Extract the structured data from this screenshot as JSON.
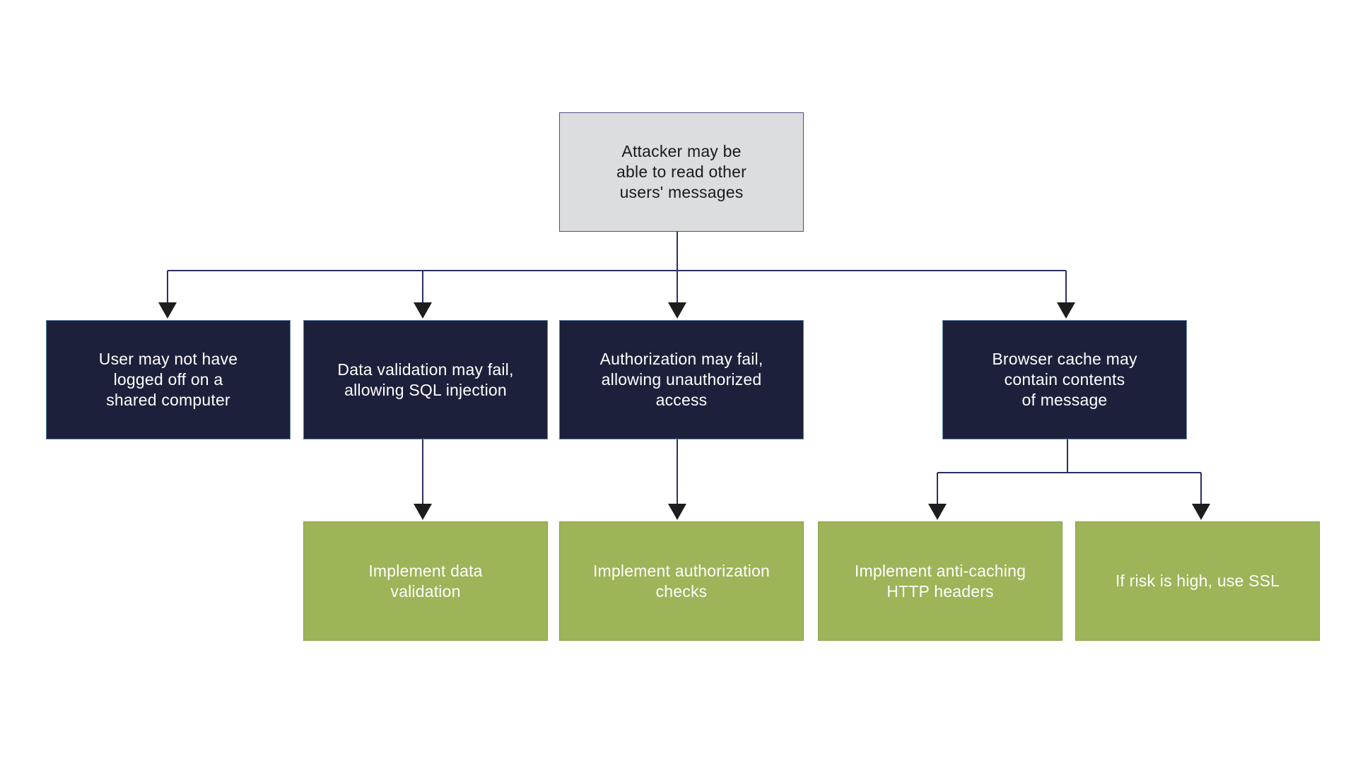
{
  "colors": {
    "root_fill": "#dcdddf",
    "risk_fill": "#1d203a",
    "fix_fill": "#9db458",
    "connector": "#2a2f63",
    "arrowhead": "#1d1d1d"
  },
  "diagram": {
    "root": {
      "id": "root",
      "label": "Attacker may be\nable to read other\nusers' messages"
    },
    "risks": [
      {
        "id": "risk-logoff",
        "parent": "root",
        "label": "User may not have\nlogged off on a\nshared computer"
      },
      {
        "id": "risk-validation",
        "parent": "root",
        "label": "Data validation may fail,\nallowing SQL injection"
      },
      {
        "id": "risk-authorization",
        "parent": "root",
        "label": "Authorization may fail,\nallowing unauthorized\naccess"
      },
      {
        "id": "risk-cache",
        "parent": "root",
        "label": "Browser cache may\ncontain contents\nof message"
      }
    ],
    "mitigations": [
      {
        "id": "fix-validation",
        "parent": "risk-validation",
        "label": "Implement data\nvalidation"
      },
      {
        "id": "fix-authorization",
        "parent": "risk-authorization",
        "label": "Implement authorization\nchecks"
      },
      {
        "id": "fix-anticaching",
        "parent": "risk-cache",
        "label": "Implement anti-caching\nHTTP headers"
      },
      {
        "id": "fix-ssl",
        "parent": "risk-cache",
        "label": "If risk is high, use SSL"
      }
    ]
  }
}
